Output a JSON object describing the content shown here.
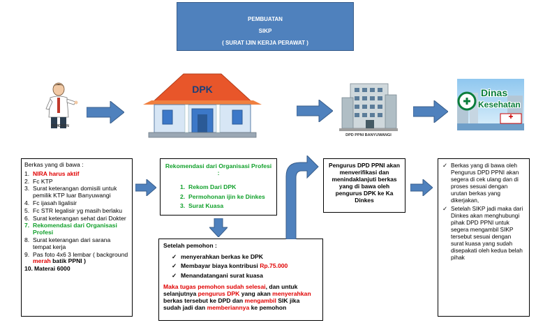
{
  "title": {
    "line1": "PEMBUATAN",
    "line2": "SIKP",
    "line3": "( SURAT IJIN KERJA PERAWAT )"
  },
  "images": {
    "pemohon": {
      "icon": "person-icon",
      "caption": "PEMOHON"
    },
    "dpk": {
      "icon": "house-icon",
      "label": "DPK"
    },
    "ppni": {
      "icon": "office-building-icon",
      "caption": "DPD PPNI BANYUWANGI"
    },
    "dinkes": {
      "icon": "health-office-logo-icon",
      "label_line1": "Dinas",
      "label_line2": "Kesehatan"
    }
  },
  "requirements": {
    "heading": "Berkas yang di bawa :",
    "items": [
      {
        "num": "1.",
        "text": "NIRA harus aktif"
      },
      {
        "num": "2.",
        "text": "Fc KTP"
      },
      {
        "num": "3.",
        "text": "Surat keterangan domisili untuk pemilik KTP luar Banyuwangi"
      },
      {
        "num": "4.",
        "text": "Fc ijasah ligalisir"
      },
      {
        "num": "5.",
        "text": "Fc STR legalisir yg masih berlaku"
      },
      {
        "num": "6.",
        "text": "Surat keterangan sehat dari Dokter"
      },
      {
        "num": "7.",
        "text": "Rekomendasi dari Organisasi Profesi"
      },
      {
        "num": "8.",
        "text": "Surat keterangan dari sarana tempat kerja"
      },
      {
        "num": "9.",
        "text_a": "Pas foto 4x6 3 lembar ( background ",
        "text_red": "merah",
        "text_b": " batik PPNI )"
      },
      {
        "num": "10.",
        "text": "Materai 6000"
      }
    ]
  },
  "recommendation": {
    "heading": "Rekomendasi dari Organisasi Profesi :",
    "items": [
      {
        "num": "1.",
        "text": "Rekom Dari DPK"
      },
      {
        "num": "2.",
        "text": "Permohonan ijin ke Dinkes"
      },
      {
        "num": "3.",
        "text": "Surat Kuasa"
      }
    ]
  },
  "after": {
    "heading": "Setelah pemohon :",
    "checks": [
      {
        "text": "menyerahkan berkas ke DPK"
      },
      {
        "text_a": "Membayar biaya kontribusi ",
        "text_red": "Rp.75.000"
      },
      {
        "text": "Menandatangani surat kuasa"
      }
    ],
    "note": {
      "r1": "Maka tugas pemohon sudah selesai",
      "b1": ", dan untuk selanjutnya ",
      "r2": "pengurus DPK",
      "b2": " yang akan ",
      "r3": "menyerahkan",
      "b3": " berkas tersebut ke DPD dan ",
      "r4": "mengambil",
      "b4": " SIK jika sudah jadi dan ",
      "r5": "memberiannya",
      "b5": " ke pemohon"
    }
  },
  "ppni_box": {
    "text": "Pengurus DPD PPNI akan menverifikasi dan menindaklanjuti berkas yang di bawa oleh pengurus DPK ke Ka Dinkes"
  },
  "dinkes_box": {
    "items": [
      {
        "text": "Berkas yang di bawa oleh Pengurus DPD PPNI akan segera di cek ulang dan di proses sesuai dengan urutan berkas yang dikerjakan,"
      },
      {
        "text": "Setelah SIKP jadi maka dari Dinkes akan menghubungi pihak DPD PPNI untuk segera mengambil SIKP tersebut sesuai dengan surat kuasa yang sudah disepakati oleh kedua belah pihak"
      }
    ]
  },
  "check_symbol": "✓",
  "colors": {
    "arrow": "#4f81bd",
    "title_bg": "#4f81bd",
    "red": "#e00000",
    "green": "#11a02b"
  }
}
